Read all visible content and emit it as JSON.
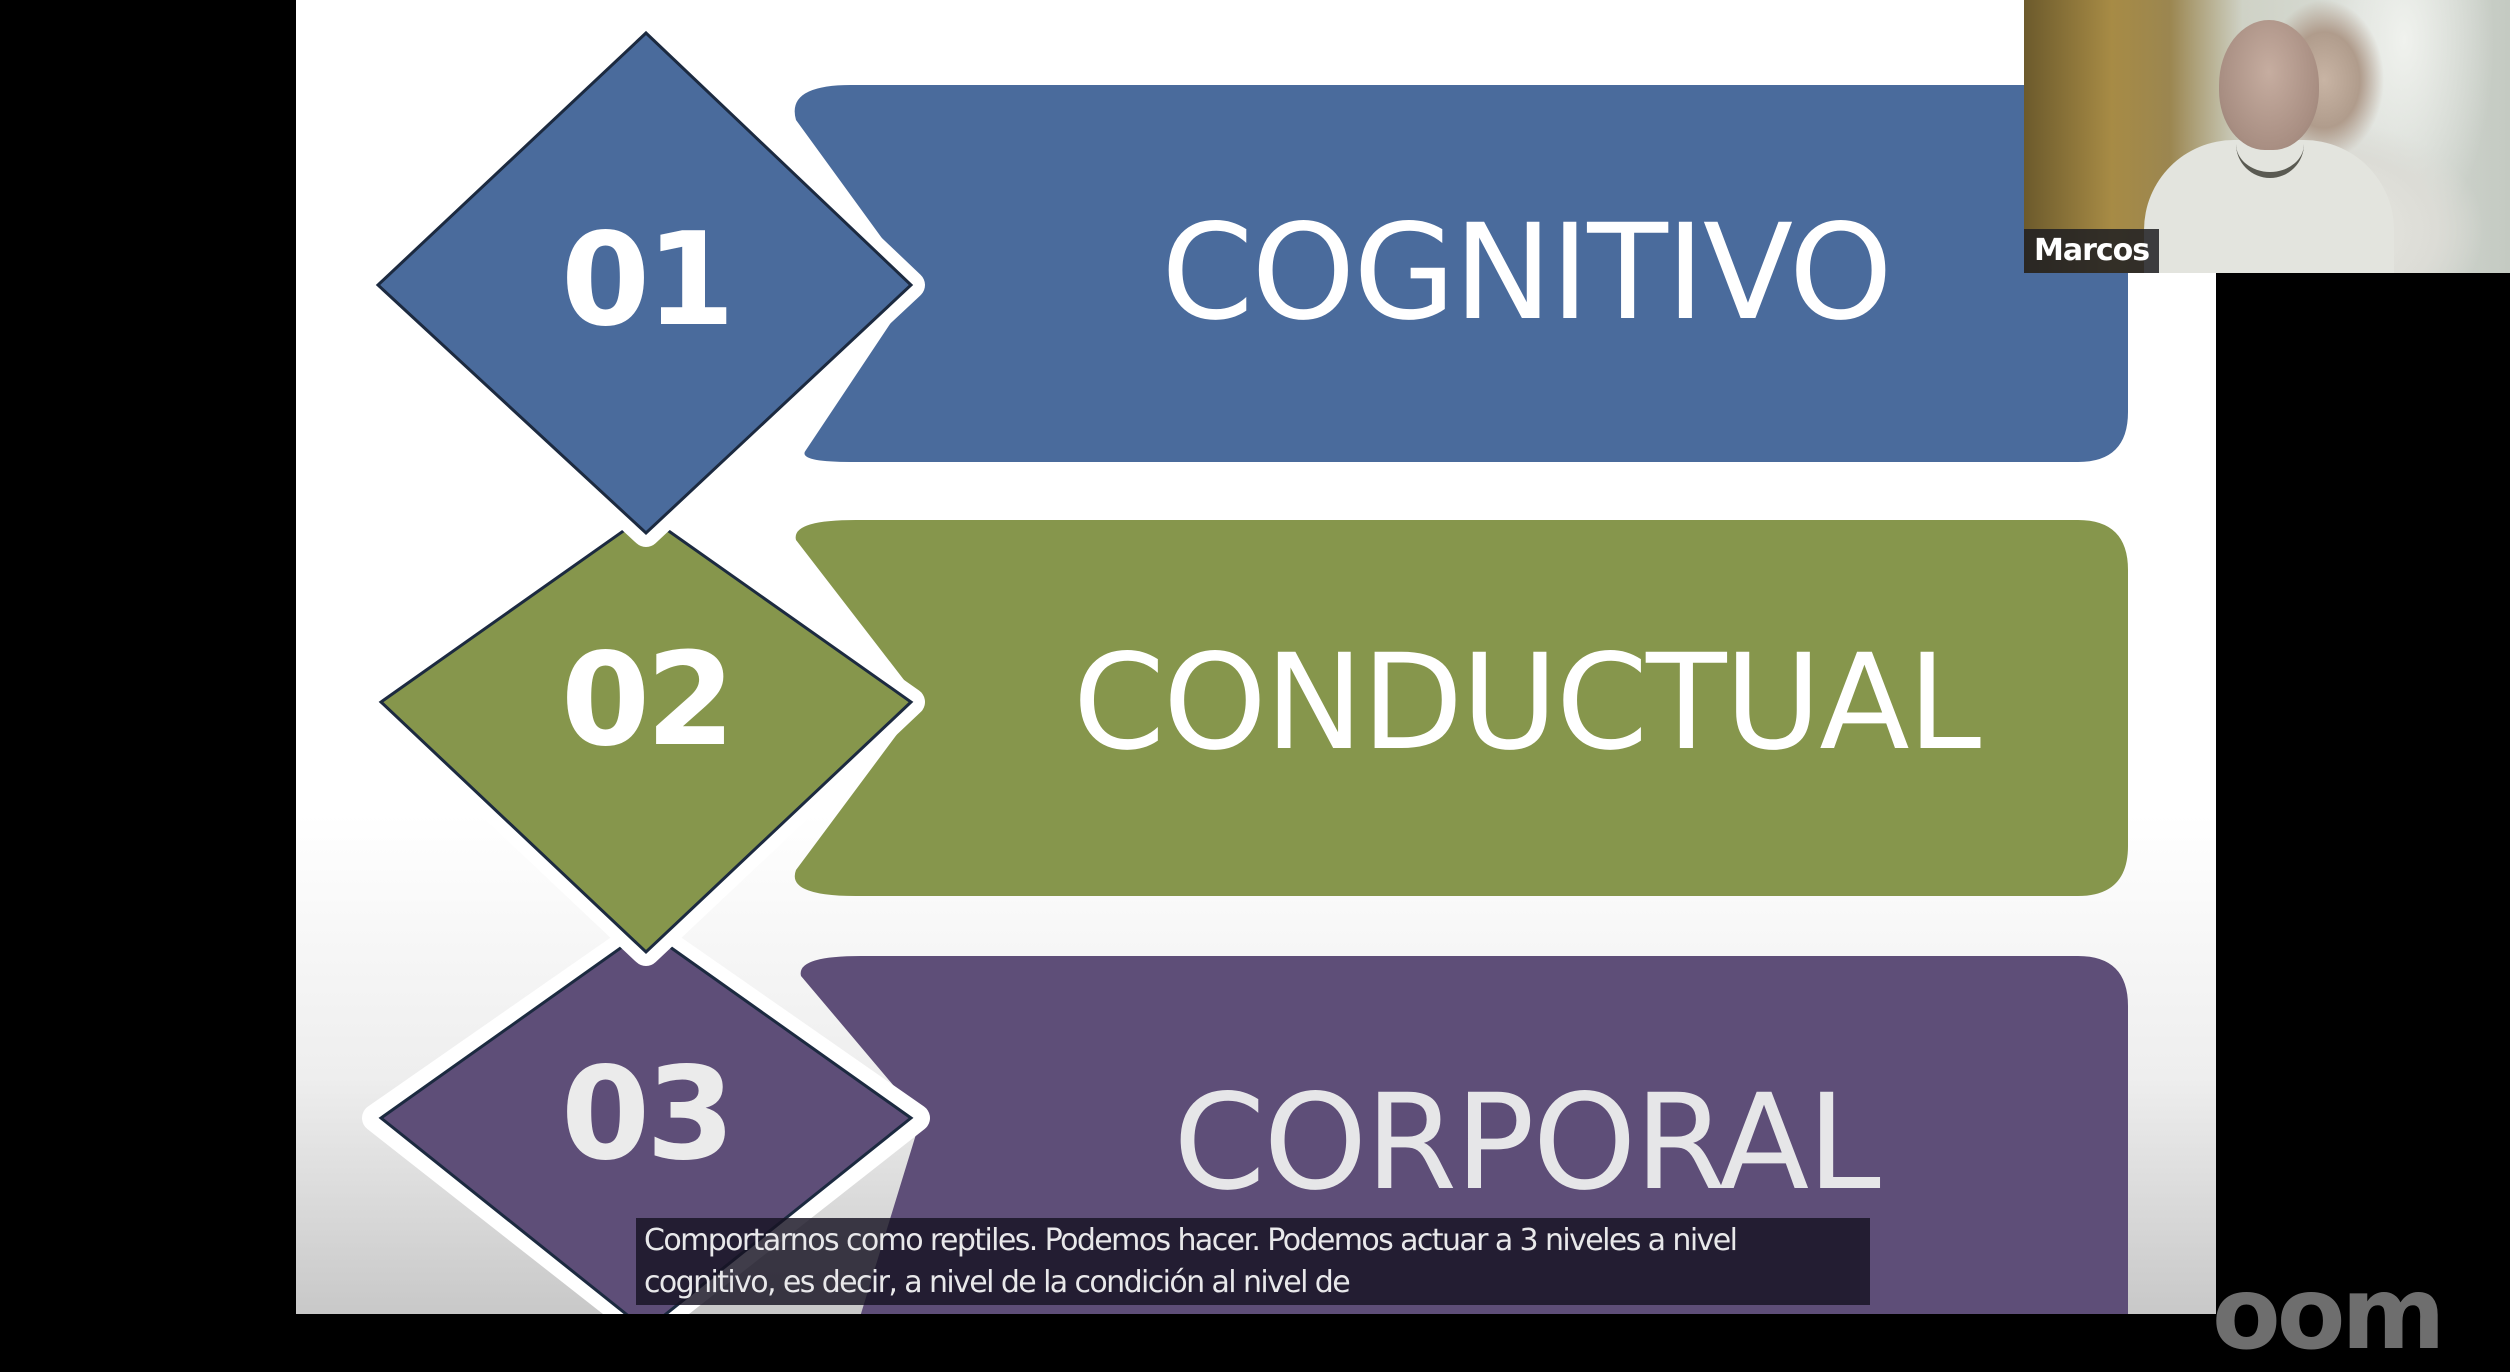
{
  "slide": {
    "items": [
      {
        "number": "01",
        "label": "COGNITIVO",
        "color": "#4a6b9c"
      },
      {
        "number": "02",
        "label": "CONDUCTUAL",
        "color": "#86964c"
      },
      {
        "number": "03",
        "label": "CORPORAL",
        "color": "#5e4e78"
      }
    ],
    "diamond_outline_color": "#1c2a40"
  },
  "participant": {
    "name": "Marcos"
  },
  "caption": {
    "line1": "Comportarnos como reptiles. Podemos hacer. Podemos actuar a 3 niveles a nivel",
    "line2": "cognitivo, es decir, a nivel de la condición al nivel de"
  },
  "watermark": {
    "text": "oom"
  }
}
